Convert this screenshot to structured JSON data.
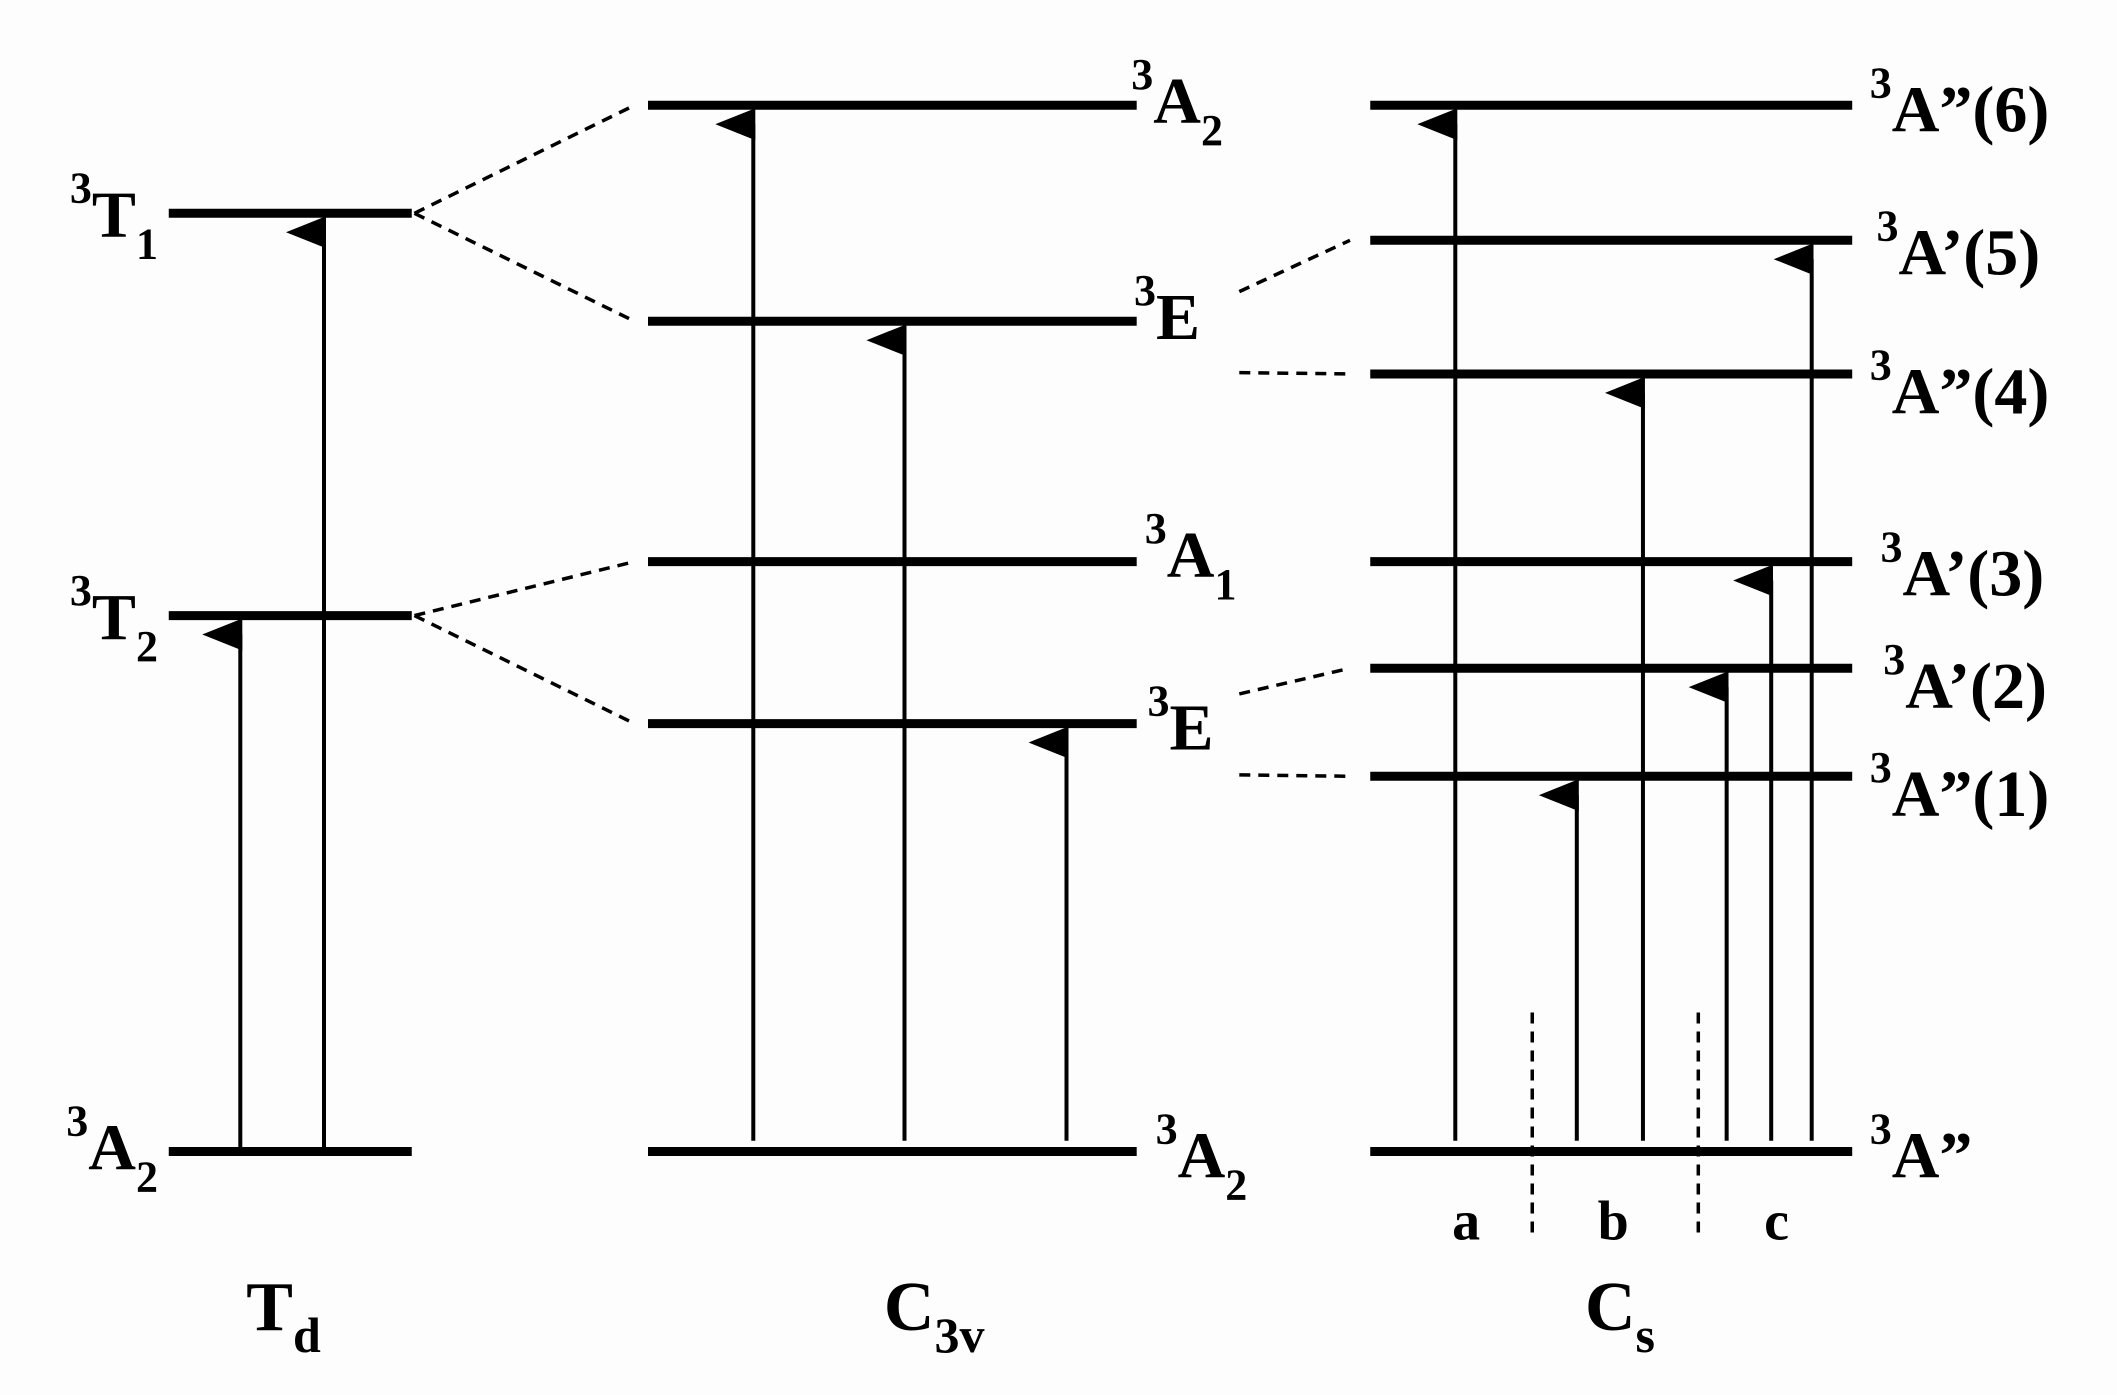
{
  "title": "",
  "columns": [
    {
      "id": "td",
      "symbol": "T",
      "subscript": "d"
    },
    {
      "id": "c3v",
      "symbol": "C",
      "subscript": "3v"
    },
    {
      "id": "cs",
      "symbol": "C",
      "subscript": "s"
    }
  ],
  "levels": {
    "td": [
      {
        "id": "td-3a2",
        "sup": "3",
        "main": "A",
        "sub": "2",
        "suffix": ""
      },
      {
        "id": "td-3t2",
        "sup": "3",
        "main": "T",
        "sub": "2",
        "suffix": ""
      },
      {
        "id": "td-3t1",
        "sup": "3",
        "main": "T",
        "sub": "1",
        "suffix": ""
      }
    ],
    "c3v": [
      {
        "id": "c3v-3a2-ground",
        "sup": "3",
        "main": "A",
        "sub": "2",
        "suffix": ""
      },
      {
        "id": "c3v-3e-low",
        "sup": "3",
        "main": "E",
        "sub": "",
        "suffix": ""
      },
      {
        "id": "c3v-3a1",
        "sup": "3",
        "main": "A",
        "sub": "1",
        "suffix": ""
      },
      {
        "id": "c3v-3e-high",
        "sup": "3",
        "main": "E",
        "sub": "",
        "suffix": ""
      },
      {
        "id": "c3v-3a2-top",
        "sup": "3",
        "main": "A",
        "sub": "2",
        "suffix": ""
      }
    ],
    "cs": [
      {
        "id": "cs-3a-ground",
        "sup": "3",
        "main": "A”",
        "sub": "",
        "suffix": ""
      },
      {
        "id": "cs-3a-1",
        "sup": "3",
        "main": "A”",
        "sub": "",
        "suffix": "(1)"
      },
      {
        "id": "cs-3a-2",
        "sup": "3",
        "main": "A’",
        "sub": "",
        "suffix": "(2)"
      },
      {
        "id": "cs-3a-3",
        "sup": "3",
        "main": "A’",
        "sub": "",
        "suffix": "(3)"
      },
      {
        "id": "cs-3a-4",
        "sup": "3",
        "main": "A”",
        "sub": "",
        "suffix": "(4)"
      },
      {
        "id": "cs-3a-5",
        "sup": "3",
        "main": "A’",
        "sub": "",
        "suffix": "(5)"
      },
      {
        "id": "cs-3a-6",
        "sup": "3",
        "main": "A”",
        "sub": "",
        "suffix": "(6)"
      }
    ]
  },
  "transitions": [
    {
      "from": "td-3a2",
      "to": "td-3t2"
    },
    {
      "from": "td-3t2",
      "to": "td-3t1"
    },
    {
      "from": "c3v-3a2-ground",
      "to": "c3v-3a2-top"
    },
    {
      "from": "c3v-3a2-ground",
      "to": "c3v-3e-high"
    },
    {
      "from": "c3v-3a2-ground",
      "to": "c3v-3e-low"
    },
    {
      "from": "cs-3a-ground",
      "to": "cs-3a-6",
      "group": "a"
    },
    {
      "from": "cs-3a-ground",
      "to": "cs-3a-1",
      "group": "b"
    },
    {
      "from": "cs-3a-ground",
      "to": "cs-3a-4",
      "group": "b"
    },
    {
      "from": "cs-3a-ground",
      "to": "cs-3a-2",
      "group": "c"
    },
    {
      "from": "cs-3a-ground",
      "to": "cs-3a-3",
      "group": "c"
    },
    {
      "from": "cs-3a-ground",
      "to": "cs-3a-5",
      "group": "c"
    }
  ],
  "correlations": [
    {
      "from": "td-3t1",
      "to": "c3v-3a2-top"
    },
    {
      "from": "td-3t1",
      "to": "c3v-3e-high"
    },
    {
      "from": "td-3t2",
      "to": "c3v-3a1"
    },
    {
      "from": "td-3t2",
      "to": "c3v-3e-low"
    },
    {
      "from": "c3v-3e-high",
      "to": "cs-3a-5"
    },
    {
      "from": "c3v-3e-high",
      "to": "cs-3a-4"
    },
    {
      "from": "c3v-3e-low",
      "to": "cs-3a-2"
    },
    {
      "from": "c3v-3e-low",
      "to": "cs-3a-1"
    }
  ],
  "transition_groups": [
    "a",
    "b",
    "c"
  ]
}
